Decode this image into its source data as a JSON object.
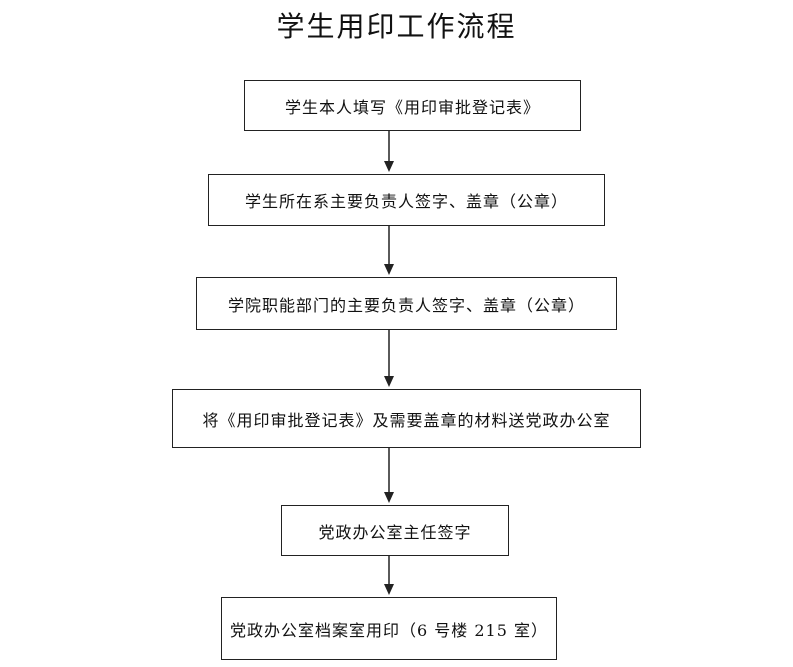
{
  "title": "学生用印工作流程",
  "steps": [
    {
      "label": "学生本人填写《用印审批登记表》"
    },
    {
      "label": "学生所在系主要负责人签字、盖章（公章）"
    },
    {
      "label": "学院职能部门的主要负责人签字、盖章（公章）"
    },
    {
      "label": "将《用印审批登记表》及需要盖章的材料送党政办公室"
    },
    {
      "label": "党政办公室主任签字"
    },
    {
      "label": "党政办公室档案室用印（6 号楼 215 室）"
    }
  ],
  "colors": {
    "line": "#222222",
    "background": "#ffffff",
    "text": "#111111"
  }
}
